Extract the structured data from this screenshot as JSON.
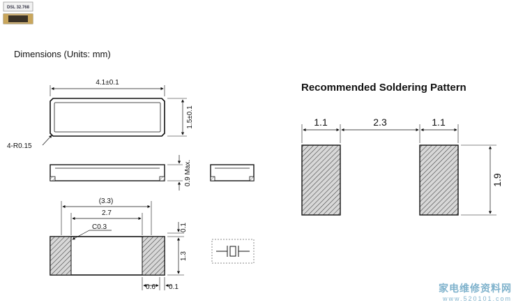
{
  "thumbnail": {
    "label": "DSL 32.768"
  },
  "dimensions": {
    "title": "Dimensions (Units: mm)",
    "length": "4.1±0.1",
    "width": "1.5±0.1",
    "radius": "4-R0.15",
    "height": "0.9 Max.",
    "pad_span": "(3.3)",
    "inner_span": "2.7",
    "chamfer": "C0.3",
    "top_gap": "0.1",
    "pad_height": "1.3",
    "pad_width": "0.6",
    "edge_gap": "0.1"
  },
  "soldering": {
    "title": "Recommended Soldering Pattern",
    "pad_width_left": "1.1",
    "gap": "2.3",
    "pad_width_right": "1.1",
    "pad_height": "1.9"
  },
  "watermark": {
    "line1": "家电维修资料网",
    "line2": "www.520101.com"
  },
  "colors": {
    "line": "#111111",
    "hatch": "#444444",
    "pad_fill": "#bfbfbf",
    "watermark": "#7fb2cc"
  }
}
